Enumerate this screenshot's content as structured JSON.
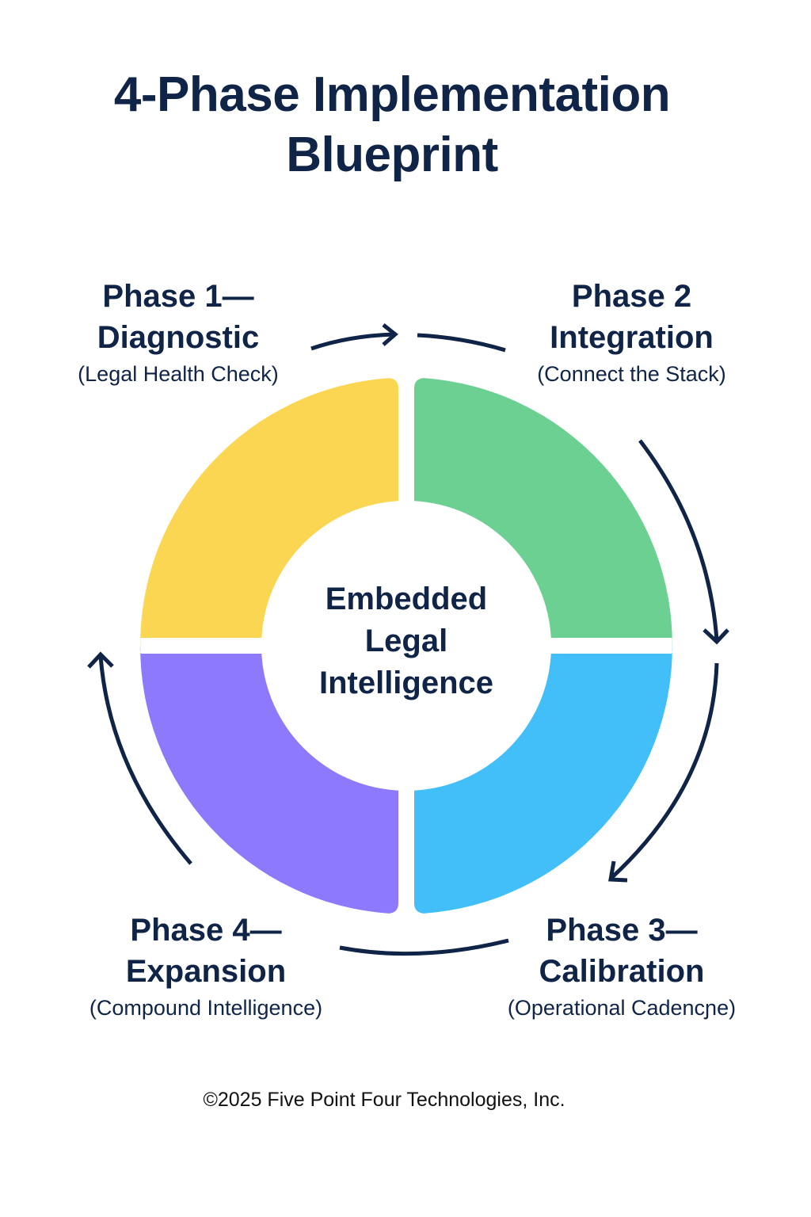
{
  "title": {
    "line1": "4-Phase Implementation",
    "line2": "Blueprint"
  },
  "center": {
    "lines": [
      "Embedded",
      "Legal",
      "Intelligence"
    ]
  },
  "phases": [
    {
      "heading1": "Phase 1—",
      "heading2": "Diagnostic",
      "subtitle": "(Legal Health Check)",
      "color": "#fbd653"
    },
    {
      "heading1": "Phase 2",
      "heading2": "Integration",
      "subtitle": "(Connect the Stack)",
      "color": "#6bd092"
    },
    {
      "heading1": "Phase 3—",
      "heading2": "Calibration",
      "subtitle": "(Operational Cadencɲe)",
      "color": "#42bff8"
    },
    {
      "heading1": "Phase 4—",
      "heading2": "Expansion",
      "subtitle": "(Compound Intelligence)",
      "color": "#8d79fb"
    }
  ],
  "cycle": {
    "direction": "clockwise",
    "arrow_color": "#0f2447"
  },
  "footer": {
    "copyright": "©2025 Five Point Four Technologies, Inc."
  }
}
